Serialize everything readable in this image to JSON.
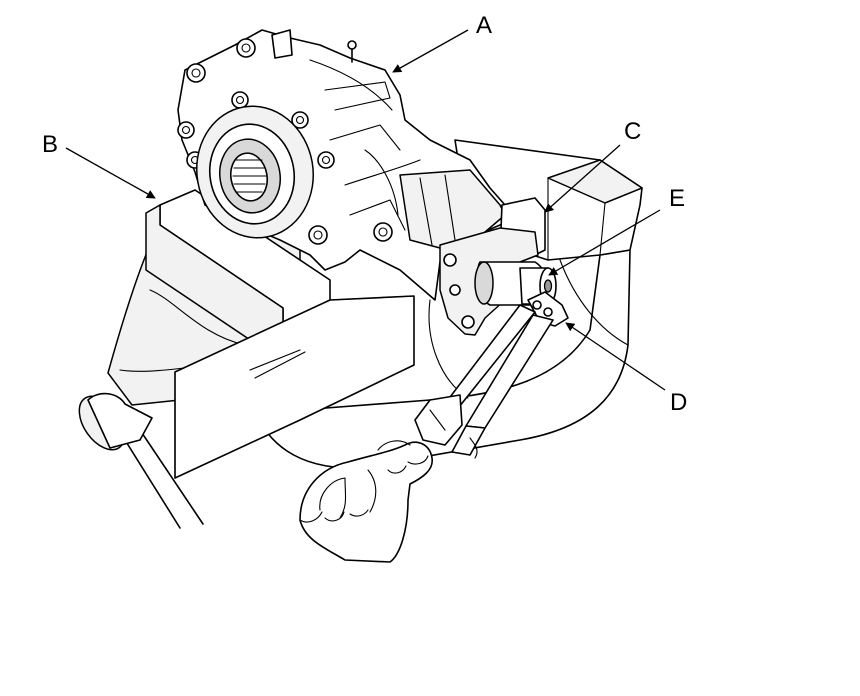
{
  "callouts": {
    "a": "A",
    "b": "B",
    "c": "C",
    "d": "D",
    "e": "E"
  },
  "colors": {
    "line": "#000000",
    "background": "#ffffff",
    "shade_light": "#f2f2f2",
    "shade_mid": "#d9d9d9"
  }
}
